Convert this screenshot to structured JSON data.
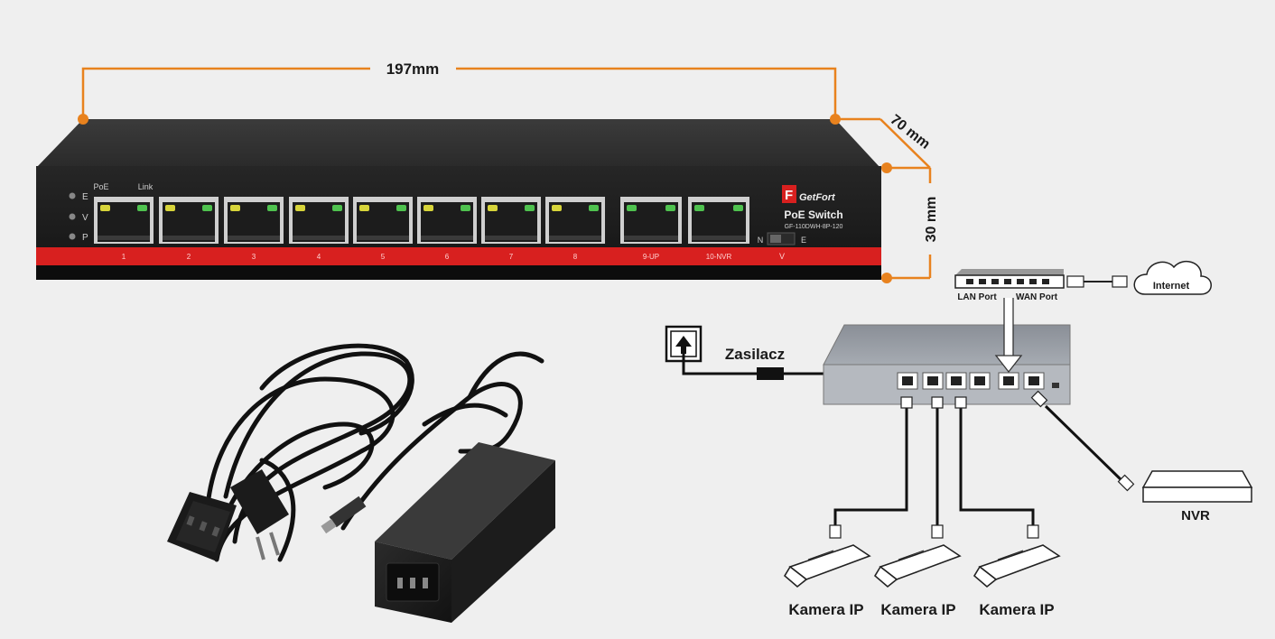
{
  "dimensions": {
    "width": "197mm",
    "depth": "70 mm",
    "height": "30 mm"
  },
  "switch": {
    "brand": "GetFort",
    "model_title": "PoE Switch",
    "model_code": "GF-110DWH-8P-120",
    "header_poe": "PoE",
    "header_link": "Link",
    "indicators": [
      "E",
      "V",
      "P"
    ],
    "ports": [
      "1",
      "2",
      "3",
      "4",
      "5",
      "6",
      "7",
      "8",
      "9-UP",
      "10-NVR"
    ],
    "switch_labels": {
      "left": "N",
      "right": "E",
      "bottom": "V"
    }
  },
  "diagram": {
    "power_label": "Zasilacz",
    "router_lan": "LAN Port",
    "router_wan": "WAN Port",
    "cloud_label": "Internet",
    "nvr_label": "NVR",
    "cameras": [
      "Kamera IP",
      "Kamera IP",
      "Kamera IP"
    ]
  },
  "colors": {
    "accent_orange": "#e8821e",
    "switch_red": "#d8201f",
    "led_green": "#4fc24f",
    "led_yellow": "#d7d43a"
  }
}
